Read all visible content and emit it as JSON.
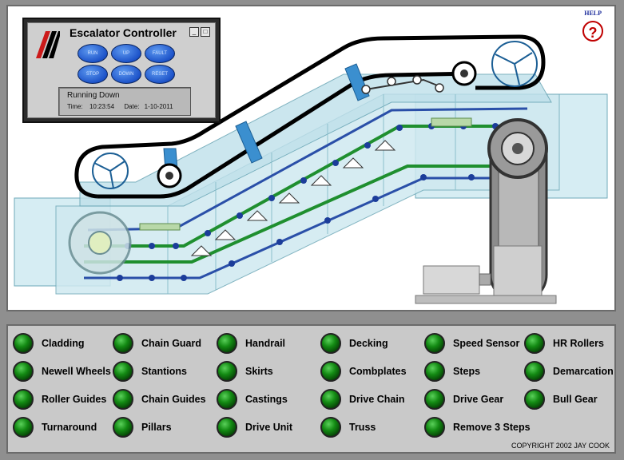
{
  "controller": {
    "title": "Escalator  Controller",
    "window_controls": [
      "_",
      "□"
    ],
    "buttons": [
      {
        "id": "run",
        "label": "RUN"
      },
      {
        "id": "up",
        "label": "UP"
      },
      {
        "id": "fault",
        "label": "FAULT"
      },
      {
        "id": "stop",
        "label": "STOP"
      },
      {
        "id": "down",
        "label": "DOWN"
      },
      {
        "id": "reset",
        "label": "RESET"
      }
    ],
    "status": "Running Down",
    "time_label": "Time:",
    "time_value": "10:23:54",
    "date_label": "Date:",
    "date_value": "1-10-2011"
  },
  "help": {
    "label": "HELP",
    "icon": "question-mark-icon",
    "glyph": "?"
  },
  "colors": {
    "led_on": "#138a13",
    "accent_blue": "#1d53c9",
    "help_red": "#c00000",
    "truss": "#cfe9f0",
    "chain_green": "#1f8f2f"
  },
  "components": [
    "Cladding",
    "Chain Guard",
    "Handrail",
    "Decking",
    "Speed Sensor",
    "HR Rollers",
    "Newell Wheels",
    "Stantions",
    "Skirts",
    "Combplates",
    "Steps",
    "Demarcation",
    "Roller Guides",
    "Chain Guides",
    "Castings",
    "Drive Chain",
    "Drive Gear",
    "Bull Gear",
    "Turnaround",
    "Pillars",
    "Drive Unit",
    "Truss",
    "Remove 3 Steps"
  ],
  "copyright": "COPYRIGHT  2002 JAY COOK"
}
